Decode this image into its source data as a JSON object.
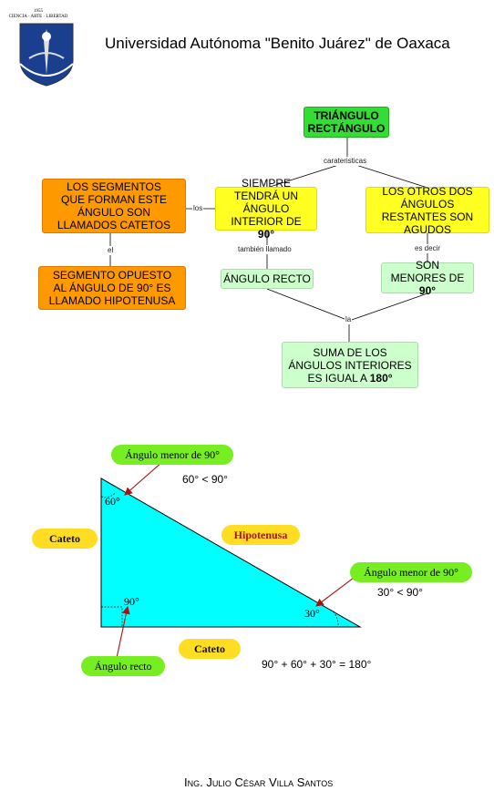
{
  "header": {
    "university": "Universidad Autónoma \"Benito Juárez\" de Oaxaca",
    "crest": {
      "year": "1955",
      "motto": "CIENCIA · ARTE · LIBERTAD"
    }
  },
  "concept_map": {
    "root": "TRIÁNGULO RECTÁNGULO",
    "link_root": "carateristicas",
    "left_node": {
      "before": "SIEMPRE TENDRÁ UN ÁNGULO INTERIOR DE ",
      "value": "90°"
    },
    "right_node": "LOS OTROS DOS ÁNGULOS RESTANTES SON AGUDOS",
    "link_los": "los",
    "segments_node": "LOS SEGMENTOS QUE FORMAN ESTE ÁNGULO SON LLAMADOS CATETOS",
    "link_el": "el",
    "hyp_node": "SEGMENTO OPUESTO AL ÁNGULO DE 90° ES LLAMADO HIPOTENUSA",
    "link_tambien": "también llamado",
    "recto_node": "ÁNGULO RECTO",
    "link_es_decir": "es decir",
    "menores_node": {
      "before": "SON MENORES DE ",
      "value": "90°"
    },
    "link_la": "la",
    "suma_node": {
      "before": "SUMA DE LOS ÁNGULOS INTERIORES ES IGUAL A ",
      "value": "180°"
    }
  },
  "triangle": {
    "fill_color": "#00ffff",
    "pill_menor_top": "Ángulo menor de 90°",
    "pill_menor_right": "Ángulo menor de 90°",
    "pill_recto": "Ángulo recto",
    "cateto_left": "Cateto",
    "cateto_bottom": "Cateto",
    "hipotenusa": "Hipotenusa",
    "angle_60": "60°",
    "angle_90": "90°",
    "angle_30": "30°",
    "ineq_60": "60° < 90°",
    "ineq_30": "30° < 90°",
    "sum_eq": "90° + 60° + 30° = 180°"
  },
  "footer": "Ing. Julio César Villa Santos"
}
